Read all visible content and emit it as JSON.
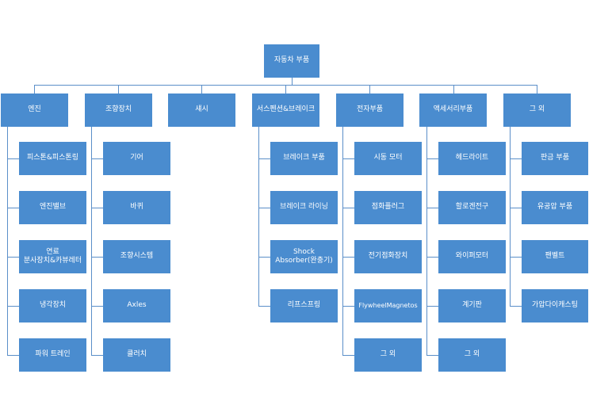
{
  "root": {
    "label": "자동차 부품"
  },
  "categories": [
    {
      "label": "엔진",
      "items": [
        "피스톤&피스톤링",
        "엔진밸브",
        "연료\n분사장치&카뷰레터",
        "냉각장치",
        "파워 트레인"
      ]
    },
    {
      "label": "조향장치",
      "items": [
        "기어",
        "바퀴",
        "조향시스템",
        "Axles",
        "클러치"
      ]
    },
    {
      "label": "섀시",
      "items": []
    },
    {
      "label": "서스펜션&브레이크",
      "items": [
        "브레이크 부품",
        "브레이크 라이닝",
        "Shock\nAbsorber(완충기)",
        "리프스프링"
      ]
    },
    {
      "label": "전자부품",
      "items": [
        "시동 모터",
        "점화플러그",
        "전기점화장치",
        "FlywheelMagnetos",
        "그 외"
      ]
    },
    {
      "label": "액세서리부품",
      "items": [
        "헤드라이트",
        "할로겐전구",
        "와이퍼모터",
        "계기판",
        "그 외"
      ]
    },
    {
      "label": "그 외",
      "items": [
        "판금 부품",
        "유공압 부품",
        "팬벨트",
        "가압다이캐스팅"
      ]
    }
  ],
  "colors": {
    "box": "#4a8ccf",
    "text": "#ffffff",
    "line": "#5b8fc9"
  }
}
